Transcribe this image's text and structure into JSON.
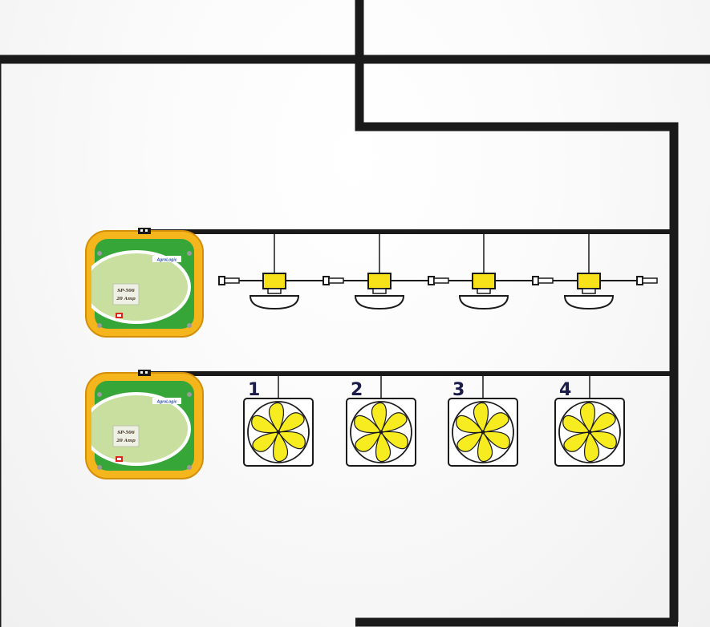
{
  "colors": {
    "line": "#1a1a1a",
    "housing_yellow": "#f5b51c",
    "housing_edge": "#d48f0a",
    "panel_green": "#35a637",
    "panel_light": "#c9dfa0",
    "heater_yellow": "#f7e21a",
    "fan_yellow": "#f7ec1f",
    "number_navy": "#1c1c4a",
    "brand_blue": "#2a4aa8"
  },
  "controllers": [
    {
      "id": "controller-heaters",
      "brand": "AgroLogic",
      "model": "SP-506",
      "rating": "20 Amp",
      "icon": "warning-label-icon"
    },
    {
      "id": "controller-fans",
      "brand": "AgroLogic",
      "model": "SP-506",
      "rating": "20 Amp",
      "icon": "warning-label-icon"
    }
  ],
  "heaters": {
    "count": 4,
    "icon": "radiant-heater-icon"
  },
  "fans": [
    {
      "number": "1",
      "icon": "exhaust-fan-icon"
    },
    {
      "number": "2",
      "icon": "exhaust-fan-icon"
    },
    {
      "number": "3",
      "icon": "exhaust-fan-icon"
    },
    {
      "number": "4",
      "icon": "exhaust-fan-icon"
    }
  ]
}
